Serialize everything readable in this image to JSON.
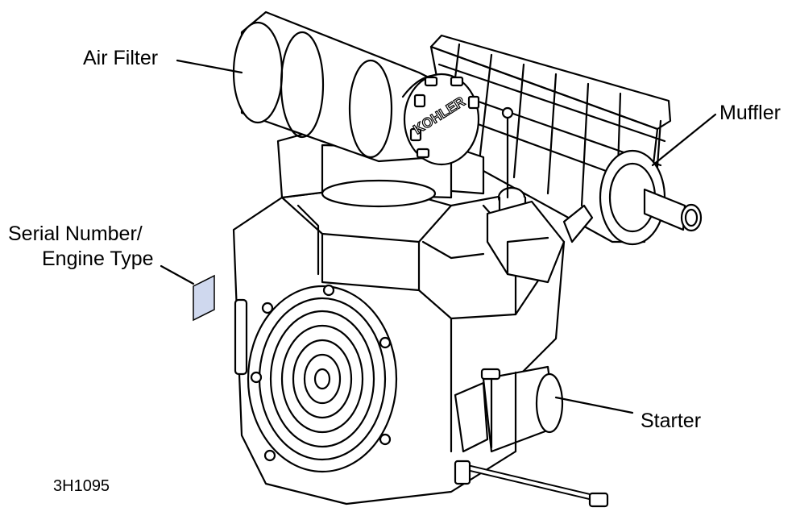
{
  "labels": {
    "air_filter": "Air Filter",
    "muffler": "Muffler",
    "serial_line1": "Serial Number/",
    "serial_line2": "Engine Type",
    "starter": "Starter",
    "drawing_code": "3H1095",
    "brand": "KOHLER"
  },
  "colors": {
    "line": "#000000",
    "background": "#ffffff",
    "serial_plate": "#cfd8ee"
  }
}
